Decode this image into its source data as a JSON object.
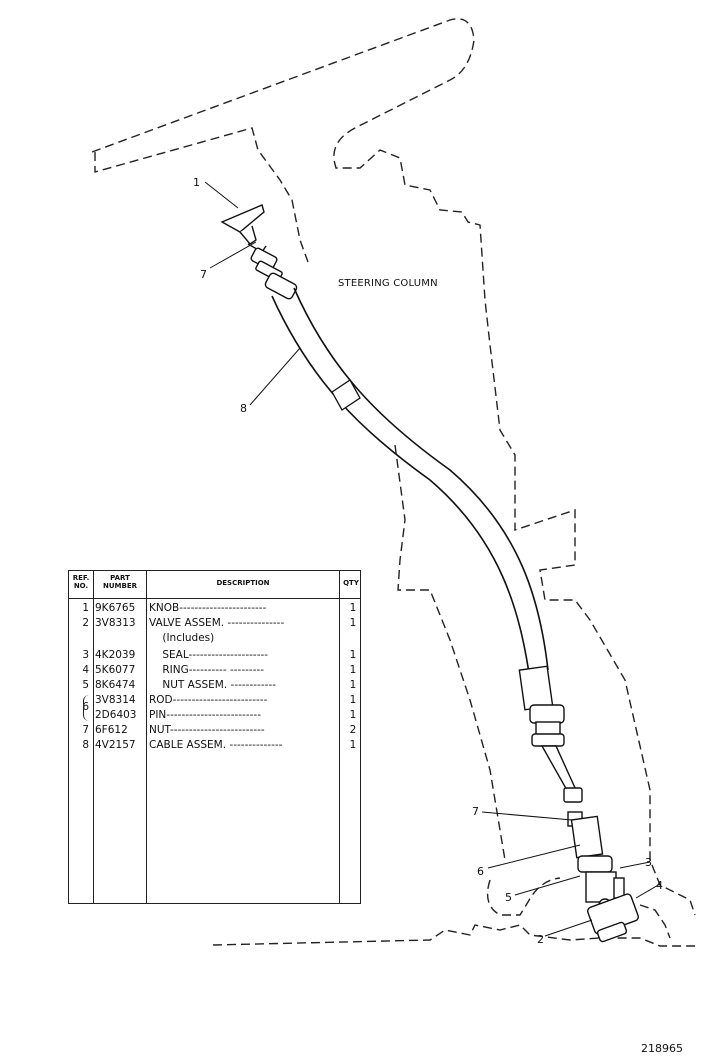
{
  "callouts": {
    "c1": "1",
    "c7a": "7",
    "c8": "8",
    "c7b": "7",
    "c6": "6",
    "c5": "5",
    "c3": "3",
    "c4": "4",
    "c2": "2"
  },
  "steering_column_label": "STEERING COLUMN",
  "parts_table": {
    "headers": {
      "ref": "REF. NO.",
      "part": "PART NUMBER",
      "desc": "DESCRIPTION",
      "qty": "QTY"
    },
    "rows": [
      {
        "ref": "1",
        "part": "9K6765",
        "desc": "KNOB-----------------------",
        "qty": "1"
      },
      {
        "ref": "2",
        "part": "3V8313",
        "desc": "VALVE ASSEM. ---------------",
        "qty": "1"
      },
      {
        "ref": "",
        "part": "",
        "desc": "    (Includes)",
        "qty": ""
      },
      {
        "ref": "3",
        "part": "4K2039",
        "desc": "    SEAL---------------------",
        "qty": "1"
      },
      {
        "ref": "4",
        "part": "5K6077",
        "desc": "    RING---------- ---------",
        "qty": "1"
      },
      {
        "ref": "5",
        "part": "8K6474",
        "desc": "    NUT ASSEM. ------------",
        "qty": "1"
      },
      {
        "ref": "6",
        "part": "3V8314",
        "desc": "ROD-------------------------",
        "qty": "1"
      },
      {
        "ref": "",
        "part": "2D6403",
        "desc": "PIN-------------------------",
        "qty": "1"
      },
      {
        "ref": "7",
        "part": "6F612",
        "desc": "NUT-------------------------",
        "qty": "2"
      },
      {
        "ref": "8",
        "part": "4V2157",
        "desc": "CABLE ASSEM. --------------",
        "qty": "1"
      }
    ]
  },
  "drawing_number": "218965"
}
